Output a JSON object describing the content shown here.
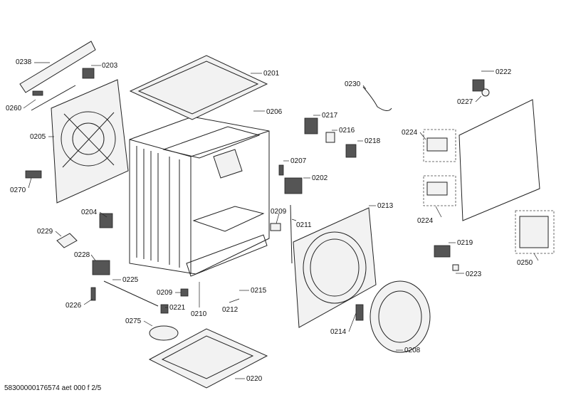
{
  "footer": "58300000176574 aet 000 f 2/5",
  "parts": [
    "0238",
    "0203",
    "0260",
    "0205",
    "0270",
    "0201",
    "0206",
    "0204",
    "0229",
    "0228",
    "0225",
    "0226",
    "0209",
    "0221",
    "0210",
    "0275",
    "0212",
    "0215",
    "0220",
    "0230",
    "0217",
    "0216",
    "0218",
    "0207",
    "0202",
    "0211",
    "0213",
    "0219",
    "0223",
    "0214",
    "0208",
    "0222",
    "0227",
    "0224",
    "0224",
    "0250",
    "0209"
  ]
}
